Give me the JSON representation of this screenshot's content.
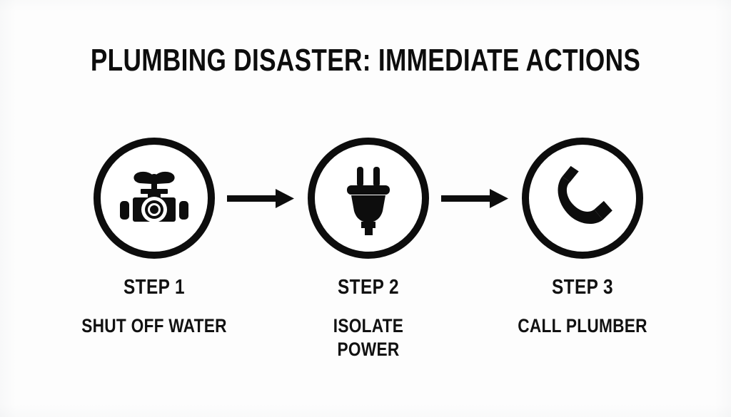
{
  "title": "PLUMBING DISASTER: IMMEDIATE ACTIONS",
  "colors": {
    "ink": "#0d0d0d",
    "background": "#fdfdfd"
  },
  "steps": [
    {
      "number": "STEP 1",
      "description": "SHUT OFF WATER",
      "icon": "water-valve-icon"
    },
    {
      "number": "STEP 2",
      "description": "ISOLATE POWER",
      "icon": "electrical-plug-icon"
    },
    {
      "number": "STEP 3",
      "description": "CALL PLUMBER",
      "icon": "telephone-handset-icon"
    }
  ],
  "connectors": [
    {
      "name": "arrow-step1-to-step2",
      "direction": "right"
    },
    {
      "name": "arrow-step2-to-step3",
      "direction": "right"
    }
  ]
}
